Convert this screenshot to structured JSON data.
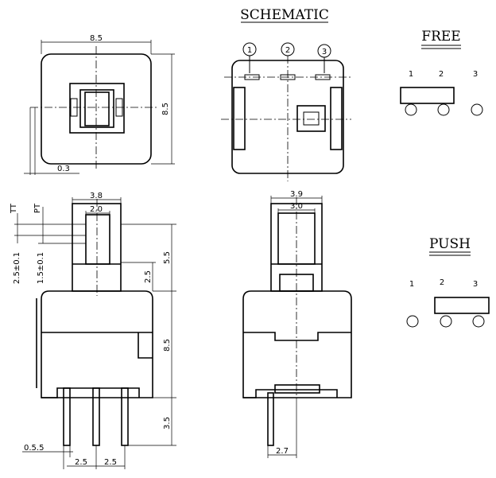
{
  "headings": {
    "schematic": "SCHEMATIC",
    "free": "FREE",
    "push": "PUSH"
  },
  "top_view": {
    "width": "8.5",
    "height": "8.5",
    "offset": "0.3"
  },
  "schematic_view": {
    "pin_markers": [
      "1",
      "2",
      "3"
    ]
  },
  "front_view": {
    "cap_width": "3.8",
    "stem_width": "2.0",
    "travel_label": "TT",
    "pre_travel_label": "PT",
    "travel_tolerance": "2.5±0.1",
    "pre_travel_tolerance": "1.5±0.1",
    "cap_height": "5.5",
    "shoulder_height": "2.5",
    "body_height": "8.5",
    "pin_length": "3.5",
    "pin_width": "0.5.5",
    "pitch_left": "2.5",
    "pitch_right": "2.5"
  },
  "side_view": {
    "cap_width": "3.9",
    "stem_width": "3.0",
    "pin_offset": "2.7"
  },
  "free_state": {
    "pins": [
      "1",
      "2",
      "3"
    ]
  },
  "push_state": {
    "pins": [
      "1",
      "2",
      "3"
    ]
  }
}
